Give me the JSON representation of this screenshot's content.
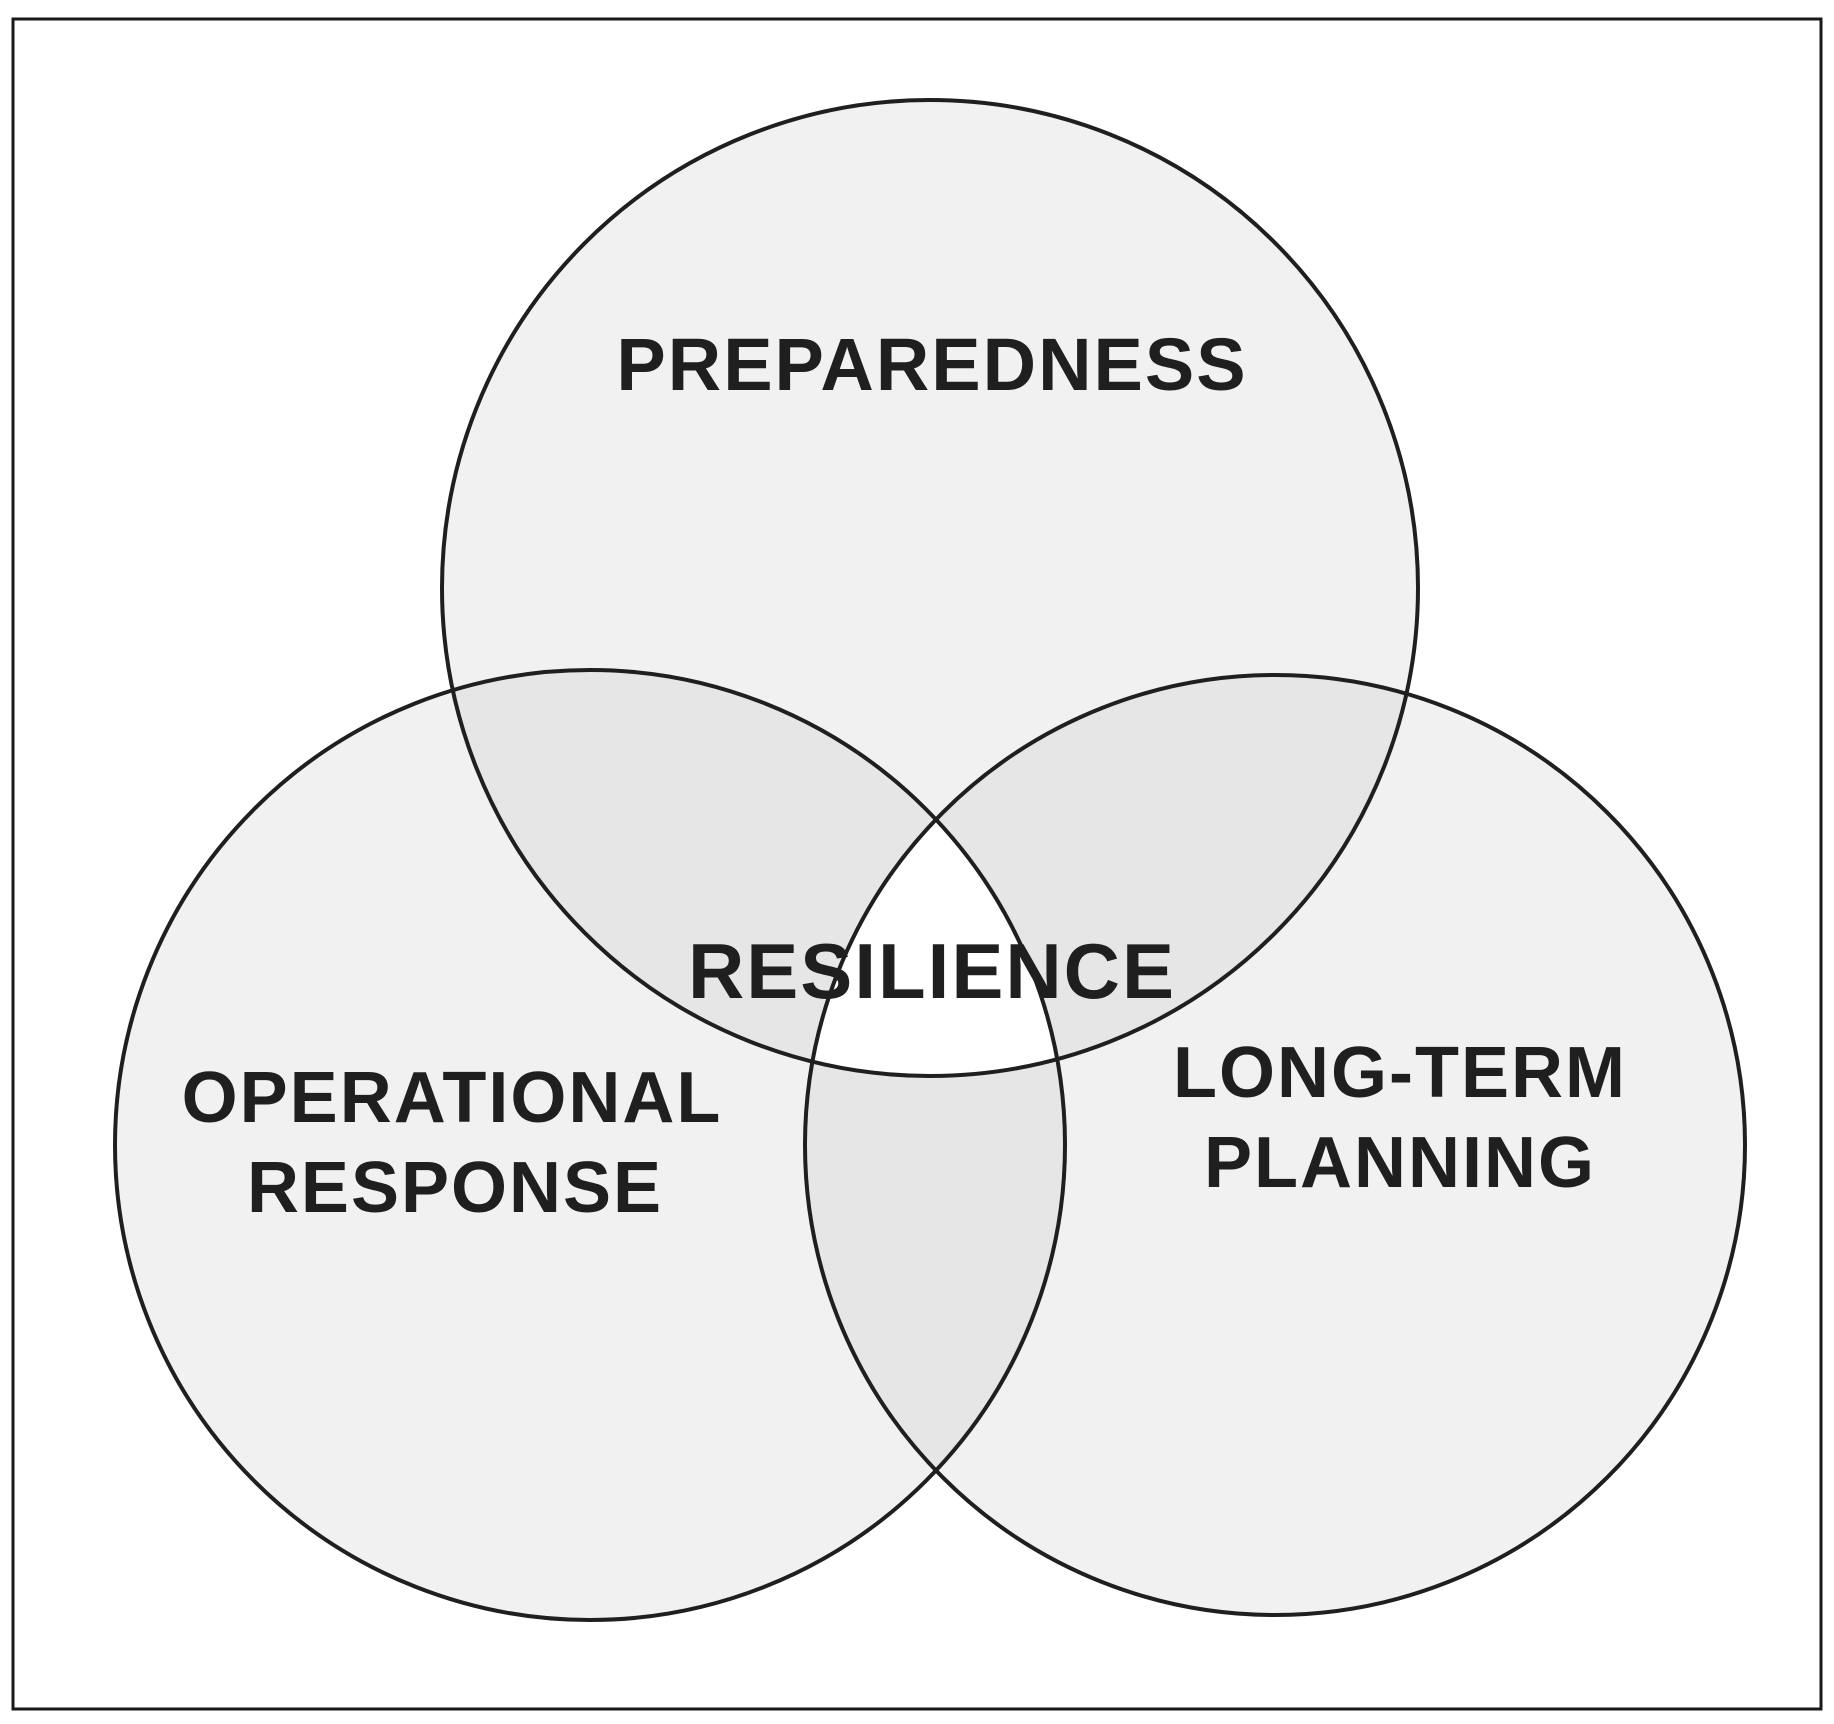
{
  "diagram": {
    "sets": {
      "top": "PREPAREDNESS",
      "left_line1": "OPERATIONAL",
      "left_line2": "RESPONSE",
      "right_line1": "LONG-TERM",
      "right_line2": "PLANNING"
    },
    "center": "RESILIENCE"
  },
  "colors": {
    "background": "#ffffff",
    "frame": "#1a1a1a",
    "circle_fill": "#f1f1f1",
    "overlap_fill": "#e6e6e6",
    "center_fill": "#ffffff",
    "stroke": "#1f1f1f",
    "text": "#1f1f1f"
  }
}
